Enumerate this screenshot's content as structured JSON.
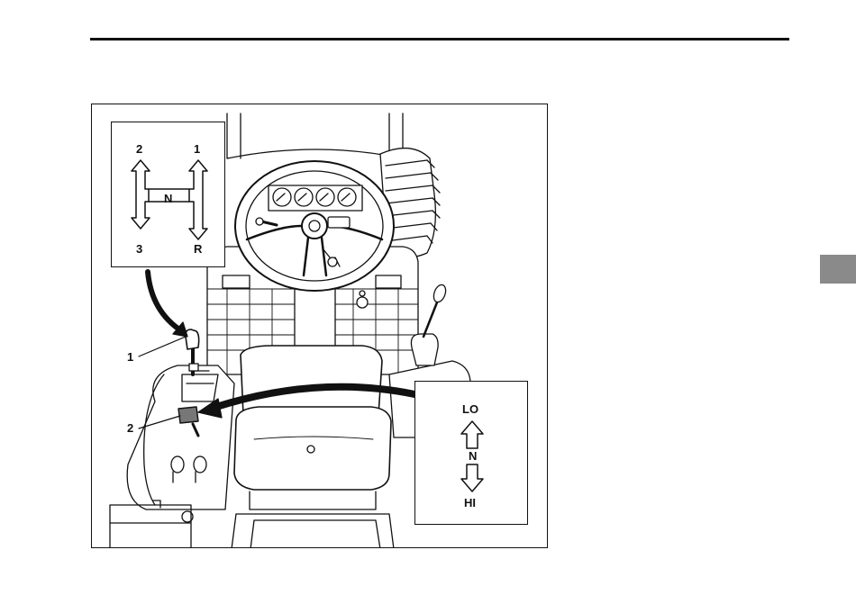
{
  "callouts": {
    "lever_1": "1",
    "lever_2": "2"
  },
  "range_shift_inset": {
    "top_left": "2",
    "top_right": "1",
    "middle": "N",
    "bottom_left": "3",
    "bottom_right": "R"
  },
  "hi_lo_inset": {
    "top": "LO",
    "middle": "N",
    "bottom": "HI"
  },
  "colors": {
    "line": "#111111",
    "tab": "#8a8a8a"
  }
}
